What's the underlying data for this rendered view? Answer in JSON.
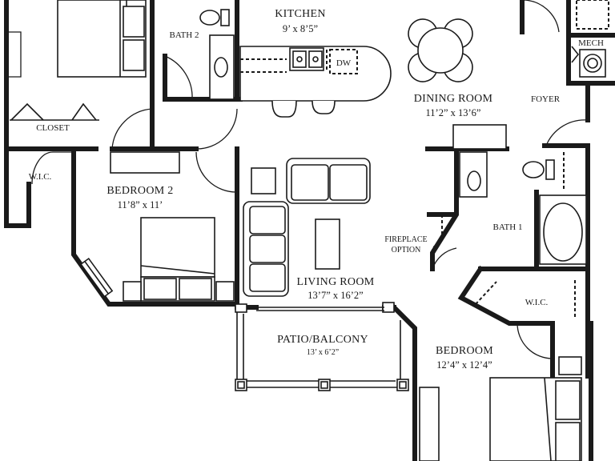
{
  "rooms": {
    "kitchen": {
      "name": "KITCHEN",
      "dims": "9’ x 8’5”"
    },
    "bath2": {
      "name": "BATH 2"
    },
    "closet": {
      "name": "CLOSET"
    },
    "wic_left": {
      "name": "W.I.C."
    },
    "bedroom2": {
      "name": "BEDROOM 2",
      "dims": "11’8” x 11’"
    },
    "dining": {
      "name": "DINING ROOM",
      "dims": "11’2” x 13’6”"
    },
    "foyer": {
      "name": "FOYER"
    },
    "mech": {
      "name": "MECH"
    },
    "bath1": {
      "name": "BATH 1"
    },
    "fireplace": {
      "line1": "FIREPLACE",
      "line2": "OPTION"
    },
    "living": {
      "name": "LIVING ROOM",
      "dims": "13’7” x 16’2”"
    },
    "wic_right": {
      "name": "W.I.C."
    },
    "patio": {
      "name": "PATIO/BALCONY",
      "dims": "13’ x 6’2”"
    },
    "bedroom": {
      "name": "BEDROOM",
      "dims": "12’4” x 12’4”"
    }
  },
  "fixtures": {
    "dishwasher": "DW"
  }
}
